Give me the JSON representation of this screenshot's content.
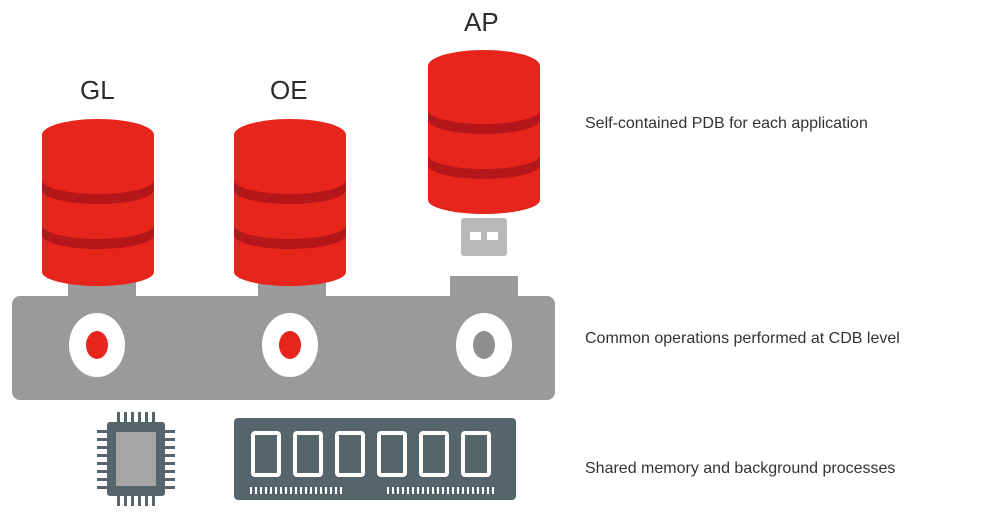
{
  "databases": [
    {
      "label": "GL",
      "plugged": true
    },
    {
      "label": "OE",
      "plugged": true
    },
    {
      "label": "AP",
      "plugged": false
    }
  ],
  "captions": {
    "pdb": "Self-contained PDB for each application",
    "cdb": "Common operations performed at CDB level",
    "shared": "Shared memory and background processes"
  },
  "colors": {
    "db_red": "#e8251d",
    "db_band": "#b5161a",
    "cdb_gray": "#9a9a9a",
    "socket_active": "#e8251d",
    "socket_empty": "#8e8e8e",
    "chip_dark": "#56646b"
  },
  "icons": [
    "database-icon",
    "usb-plug-icon",
    "cpu-chip-icon",
    "memory-module-icon"
  ]
}
